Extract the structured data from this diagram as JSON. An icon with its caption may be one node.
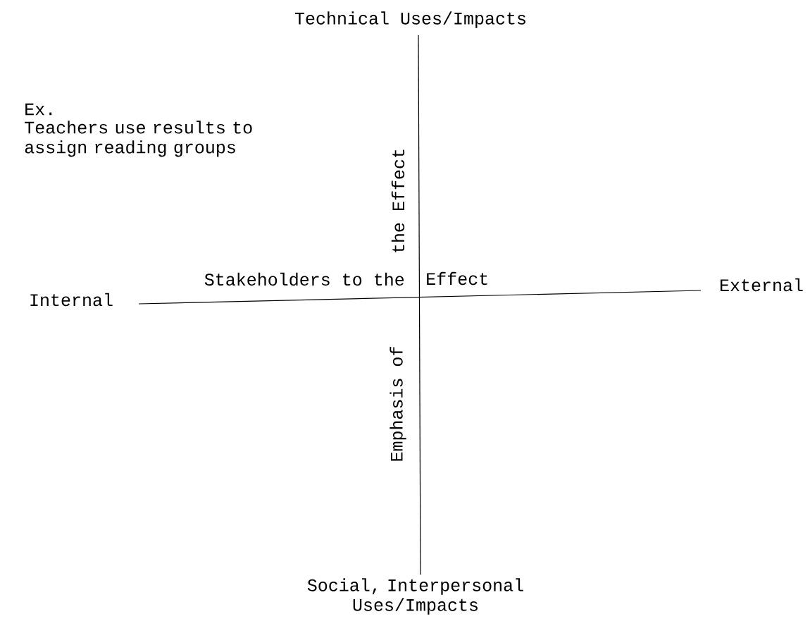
{
  "diagram": {
    "labels": [
      "Technical Uses/Impacts",
      "Ex.",
      "Teachers use results to assign reading groups",
      "the Effect",
      "Internal",
      "Stakeholders to the",
      "Effect",
      "External",
      "Emphasis of",
      "Social, Interpersonal Uses/Impacts"
    ]
  }
}
